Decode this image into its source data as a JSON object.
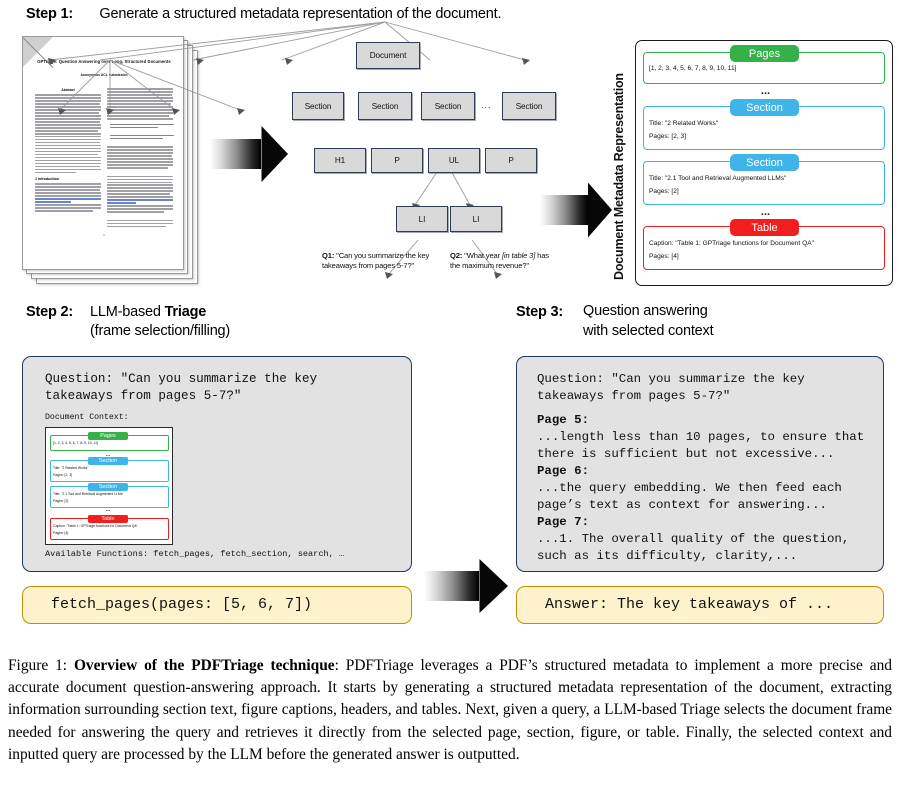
{
  "steps": {
    "step1": {
      "label": "Step 1:",
      "text": "Generate a structured metadata representation of the document."
    },
    "step2": {
      "label": "Step 2:",
      "line1_pre": "LLM-based ",
      "line1_bold": "Triage",
      "line2": "(frame selection/filling)"
    },
    "step3": {
      "label": "Step 3:",
      "line1": "Question answering",
      "line2": "with selected context"
    }
  },
  "document_preview": {
    "title": "GPTriage: Question Answering over Long, Structured Documents",
    "authors": "Anonymous ACL submission",
    "abstract_heading": "Abstract",
    "section_heading": "1   Introduction",
    "page_number": "1"
  },
  "tree": {
    "root": "Document",
    "sections": [
      "Section",
      "Section",
      "Section",
      "Section"
    ],
    "section_dots": "...",
    "children": [
      "H1",
      "P",
      "UL",
      "P"
    ],
    "list_items": [
      "LI",
      "LI"
    ],
    "questions": [
      {
        "id": "Q1:",
        "pre": " \"Can you summarize the key takeaways from pages 5-7?\"",
        "italic": ""
      },
      {
        "id": "Q2:",
        "pre": " \"What year ",
        "italic": "[in table 3]",
        "post": " has the maximum revenue?\""
      }
    ]
  },
  "metadata_representation": {
    "axis_label": "Document Metadata Representation",
    "cards": [
      {
        "tab": "Pages",
        "color": "green",
        "lines": [
          "[1, 2, 3, 4, 5, 6, 7, 8, 9, 10, 11]"
        ]
      },
      {
        "tab": "Section",
        "color": "blue",
        "lines": [
          "Title: \"2 Related Works\"",
          "Pages: [2, 3]"
        ]
      },
      {
        "tab": "Section",
        "color": "blue",
        "lines": [
          "Title: \"2.1 Tool and Retrieval Augmented LLMs\"",
          "Pages: [2]"
        ]
      },
      {
        "tab": "Table",
        "color": "red",
        "lines": [
          "Caption: \"Table 1: GPTriage functions for Document QA\"",
          "Pages: [4]"
        ]
      }
    ],
    "ellipsis": "..."
  },
  "triage_panel": {
    "question_line1": "Question: \"Can you summarize the key",
    "question_line2": "takeaways from pages 5-7?\"",
    "context_label": "Document Context:",
    "available_functions": "Available Functions: fetch_pages, fetch_section, search, …"
  },
  "triage_output": {
    "text": "fetch_pages(pages: [5, 6, 7])"
  },
  "qa_panel": {
    "question_line1": "Question: \"Can you summarize the key",
    "question_line2": "takeaways from pages 5-7?\"",
    "pages": [
      {
        "header": "Page 5:",
        "lines": [
          "...length less than 10 pages, to ensure that",
          "there is sufficient but not excessive..."
        ]
      },
      {
        "header": "Page 6:",
        "lines": [
          "...the query embedding. We then feed each",
          "page’s text as context for answering..."
        ]
      },
      {
        "header": "Page 7:",
        "lines": [
          "...1. The overall quality of the question,",
          "such as its difficulty, clarity,..."
        ]
      }
    ]
  },
  "qa_output": {
    "text": "Answer: The key takeaways of ..."
  },
  "caption": {
    "prefix": "Figure 1: ",
    "bold": "Overview of the PDFTriage technique",
    "body": ": PDFTriage leverages a PDF’s structured metadata to implement a more precise and accurate document question-answering approach. It starts by generating a structured metadata representation of the document, extracting information surrounding section text, figure captions, headers, and tables. Next, given a query, a LLM-based Triage selects the document frame needed for answering the query and retrieves it directly from the selected page, section, figure, or table.  Finally, the selected context and inputted query are processed by the LLM before the generated answer is outputted."
  },
  "colors": {
    "green": "#36b14a",
    "blue": "#3fb4e8",
    "red": "#f21d1d",
    "panel_border": "#1f3864",
    "panel_fill": "#e2e2e2",
    "yellow_fill": "#fdf2cc",
    "yellow_border": "#bf9000",
    "node_fill": "#d9d9d9"
  }
}
